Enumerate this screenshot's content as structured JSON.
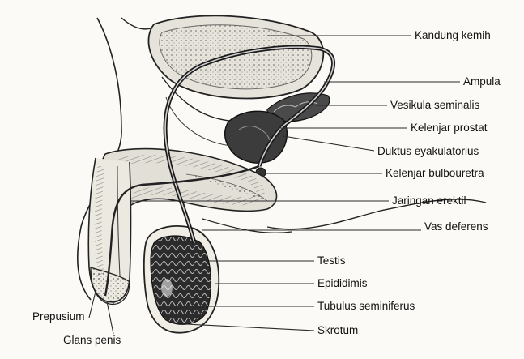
{
  "labels": {
    "kandung_kemih": "Kandung kemih",
    "ampula": "Ampula",
    "vesikula_seminalis": "Vesikula seminalis",
    "kelenjar_prostat": "Kelenjar prostat",
    "duktus_eyakulatorius": "Duktus eyakulatorius",
    "kelenjar_bulbouretra": "Kelenjar bulbouretra",
    "jaringan_erektil": "Jaringan erektil",
    "vas_deferens": "Vas deferens",
    "testis": "Testis",
    "epididimis": "Epididimis",
    "tubulus_seminiferus": "Tubulus seminiferus",
    "skrotum": "Skrotum",
    "prepusium": "Prepusium",
    "glans_penis": "Glans penis"
  },
  "colors": {
    "ink": "#1a1a1a",
    "leader_line": "#2a2a2a",
    "tissue_light": "#d9d6cc",
    "tissue_dark": "#3a3a3a",
    "paper": "#fbfaf7"
  },
  "icons": [
    "anatomy-diagram"
  ]
}
